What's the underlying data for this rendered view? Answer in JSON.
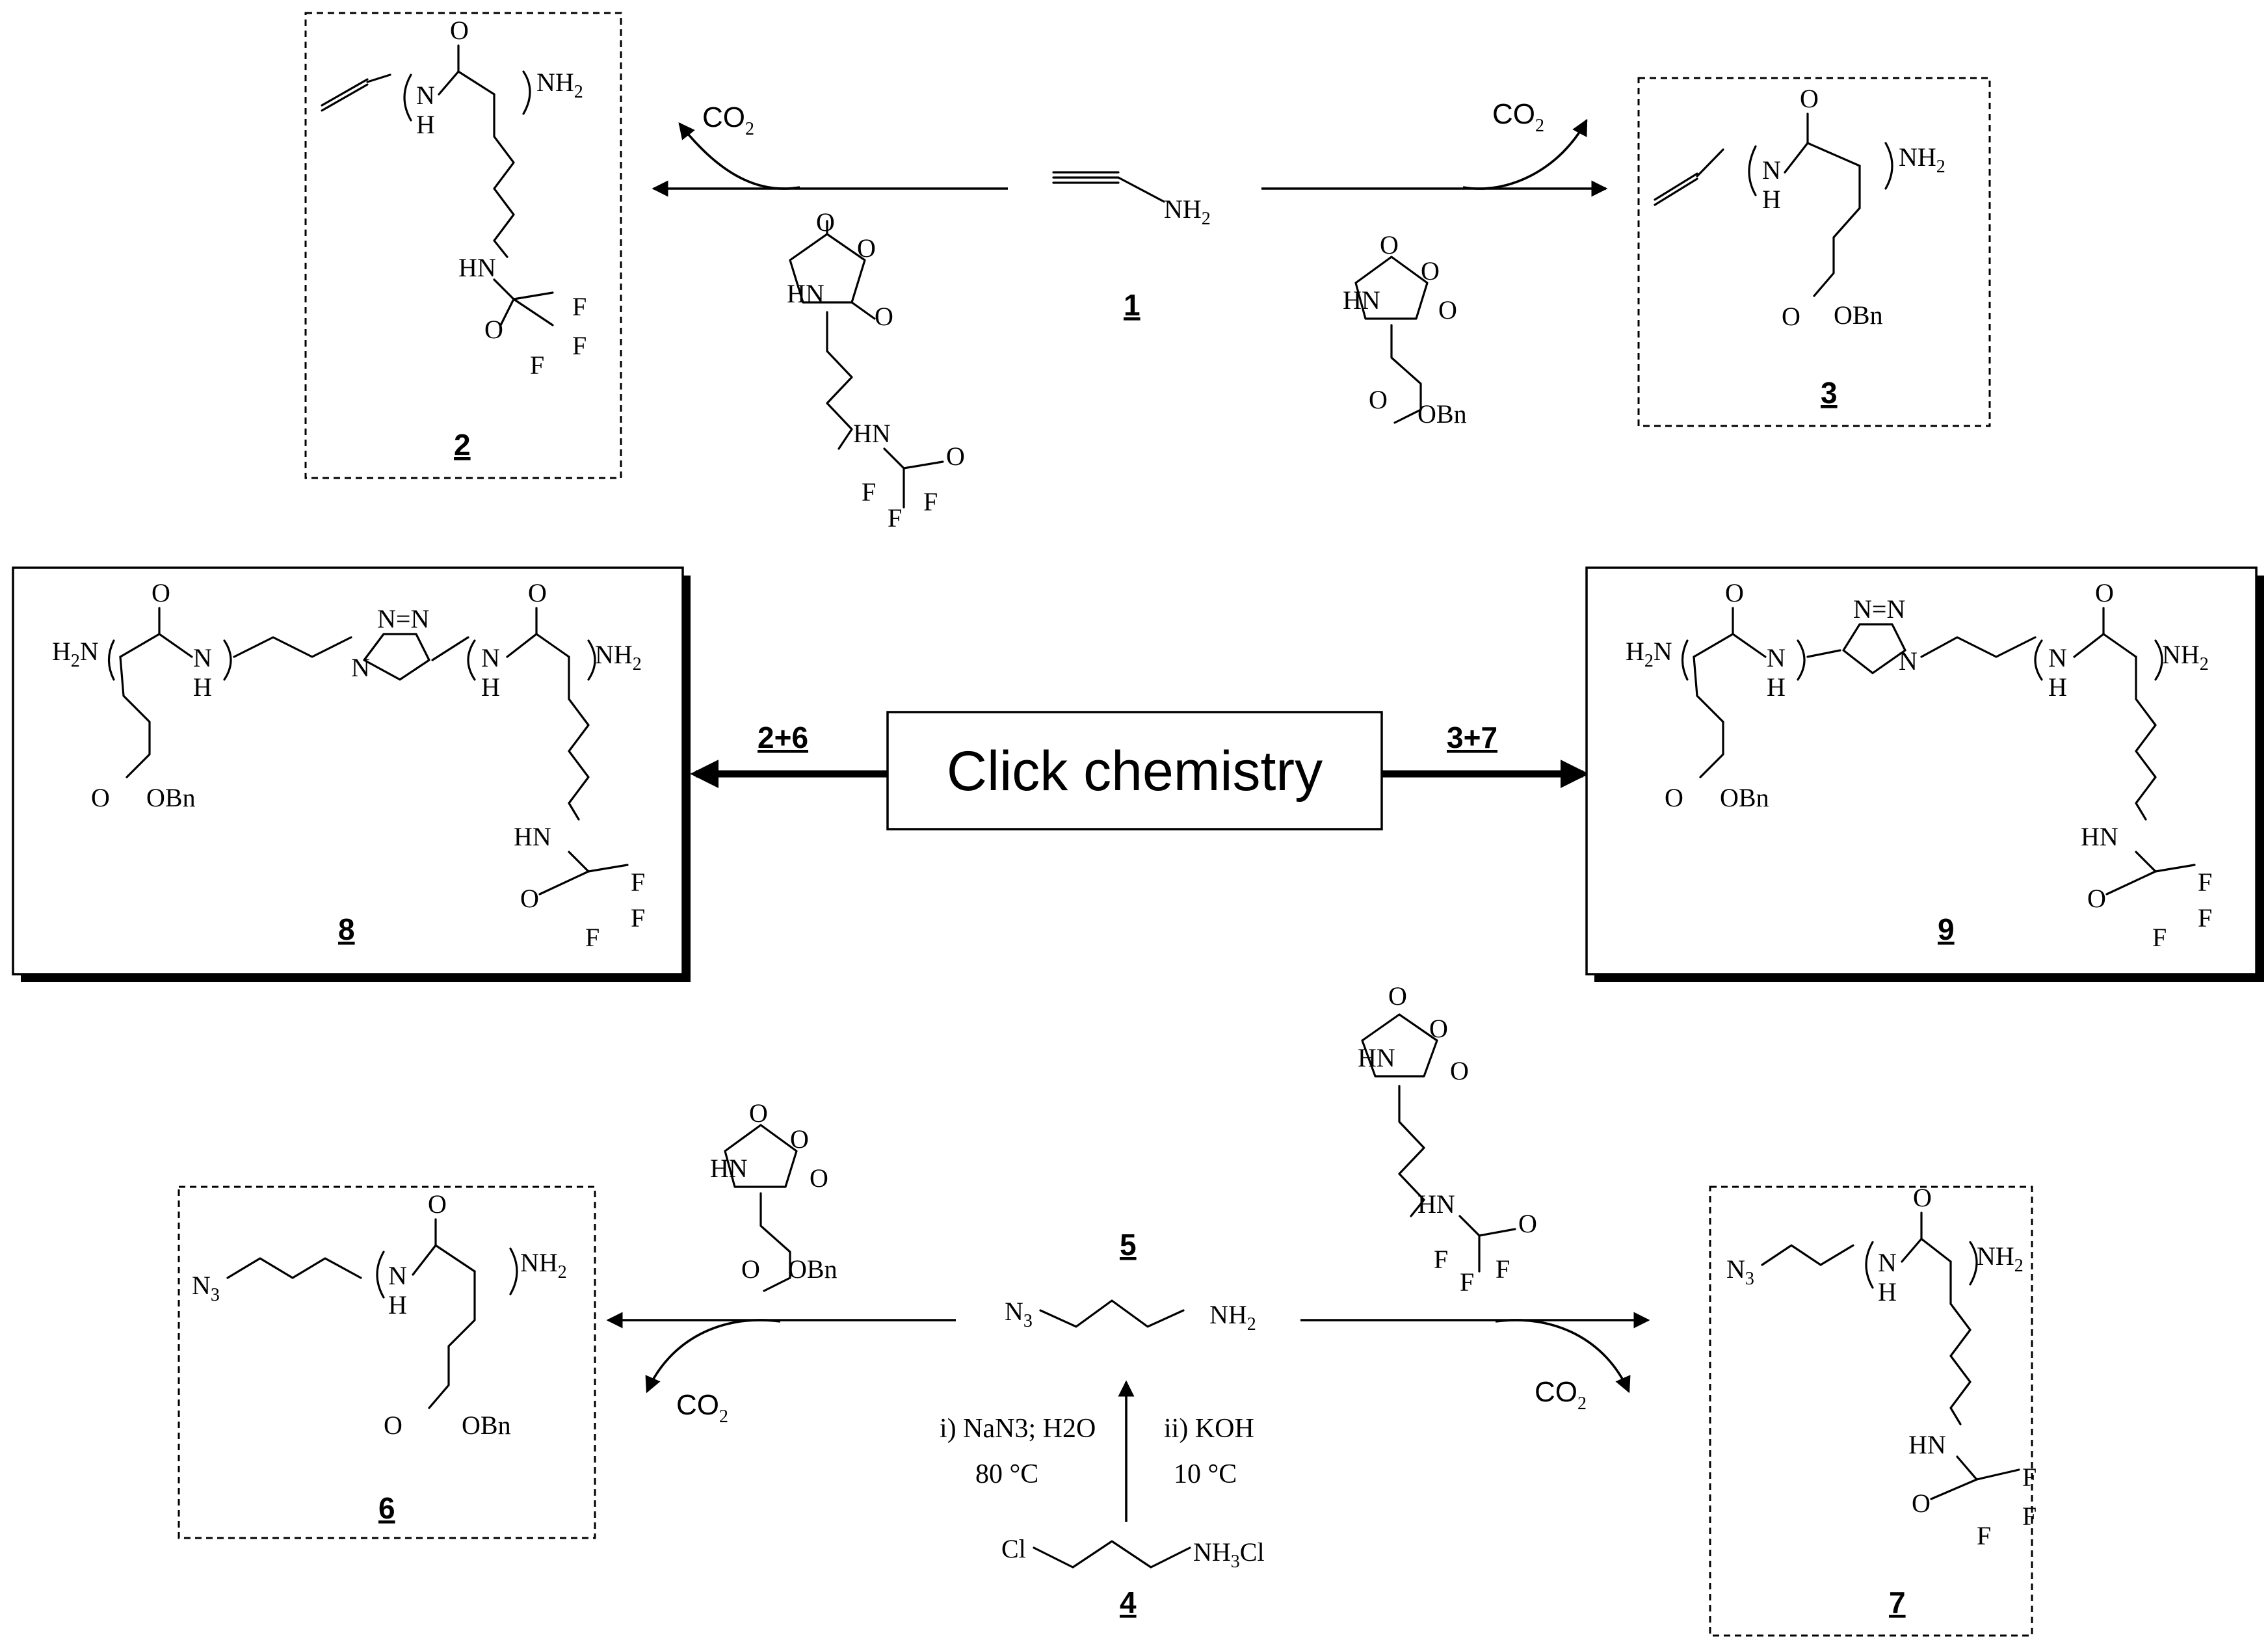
{
  "click_label": "Click chemistry",
  "co2": "CO2",
  "left_pair": "2+6",
  "right_pair": "3+7",
  "conditions": {
    "step_i": "i) NaN3; H2O",
    "step_i_temp": "80 °C",
    "step_ii": "ii) KOH",
    "step_ii_temp": "10 °C"
  },
  "compounds": {
    "c1": {
      "number": "1"
    },
    "c2": {
      "number": "2"
    },
    "c3": {
      "number": "3"
    },
    "c4": {
      "number": "4"
    },
    "c5": {
      "number": "5"
    },
    "c6": {
      "number": "6"
    },
    "c7": {
      "number": "7"
    },
    "c8": {
      "number": "8"
    },
    "c9": {
      "number": "9"
    }
  },
  "atoms": {
    "nh2": "NH2",
    "nh": "N",
    "h": "H",
    "hn": "HN",
    "o": "O",
    "f": "F",
    "obn": "OBn",
    "n3": "N3",
    "cl": "Cl",
    "nh3cl": "NH3Cl",
    "nnn": "N=N"
  }
}
